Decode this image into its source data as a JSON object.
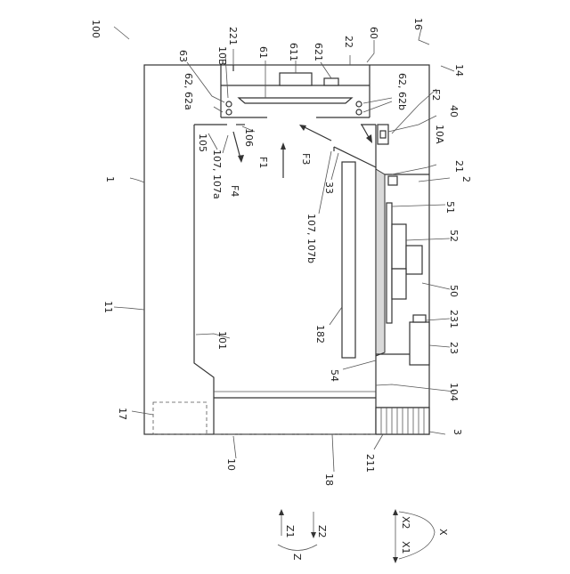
{
  "labels": {
    "l100": "100",
    "l1": "1",
    "l11": "11",
    "l17": "17",
    "l10": "10",
    "l18": "18",
    "l221": "221",
    "l22": "22",
    "l60": "60",
    "l16": "16",
    "l14": "14",
    "l63": "63",
    "l10B": "10B",
    "l61": "61",
    "l611": "611",
    "l621": "621",
    "l62_62a": "62, 62a",
    "l62_62b": "62, 62b",
    "l105": "105",
    "l106": "106",
    "l107_107a": "107, 107a",
    "lF4": "F4",
    "lF1": "F1",
    "lF3": "F3",
    "l33": "33",
    "l107_107b": "107, 107b",
    "lF2": "F2",
    "l40": "40",
    "l10A": "10A",
    "l21": "21",
    "l2": "2",
    "l51": "51",
    "l52": "52",
    "l50": "50",
    "l182": "182",
    "l101": "101",
    "l54": "54",
    "l104": "104",
    "l231": "231",
    "l23": "23",
    "l3": "3",
    "l211": "211"
  },
  "axes": {
    "z_name": "Z",
    "z1": "Z1",
    "z2": "Z2",
    "x_name": "X",
    "x1": "X1",
    "x2": "X2"
  }
}
